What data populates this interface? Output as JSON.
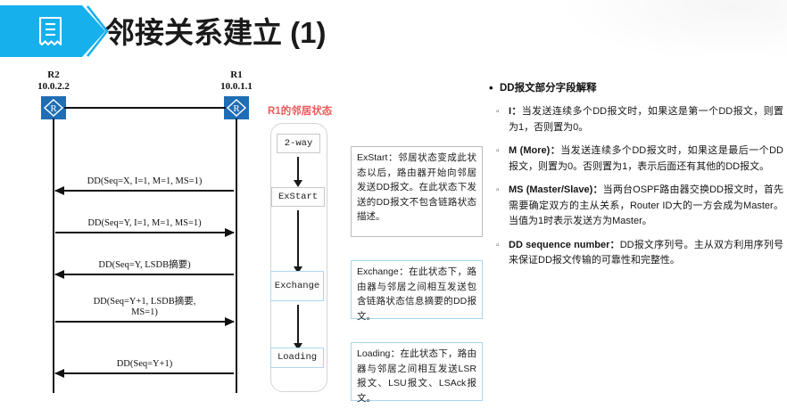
{
  "header": {
    "icon": "document-lines-icon",
    "title": "邻接关系建立 (1)",
    "banner_color": "#16b0ec"
  },
  "diagram": {
    "nodes": [
      {
        "name": "R2",
        "ip": "10.0.2.2",
        "icon": "router-icon"
      },
      {
        "name": "R1",
        "ip": "10.0.1.1",
        "icon": "router-icon"
      }
    ],
    "messages": [
      {
        "label": "DD(Seq=X, I=1, M=1, MS=1)",
        "direction": "left"
      },
      {
        "label": "DD(Seq=Y, I=1, M=1, MS=1)",
        "direction": "right"
      },
      {
        "label": "DD(Seq=Y, LSDB摘要)",
        "direction": "left"
      },
      {
        "label": "DD(Seq=Y+1, LSDB摘要,\nMS=1)",
        "direction": "right"
      },
      {
        "label": "DD(Seq=Y+1)",
        "direction": "left"
      }
    ]
  },
  "fsm": {
    "title": "R1的邻居状态",
    "title_color": "#ec5a5a",
    "states": [
      {
        "label": "2-way",
        "style": "grey"
      },
      {
        "label": "ExStart",
        "style": "grey"
      },
      {
        "label": "Exchange",
        "style": "blue"
      },
      {
        "label": "Loading",
        "style": "blue"
      }
    ]
  },
  "callouts": [
    {
      "id": "exstart-callout",
      "style": "grey",
      "text": "ExStart：邻居状态变成此状态以后，路由器开始向邻居发送DD报文。在此状态下发送的DD报文不包含链路状态描述。"
    },
    {
      "id": "exchange-callout",
      "style": "blue",
      "text": "Exchange：在此状态下，路由器与邻居之间相互发送包含链路状态信息摘要的DD报文。"
    },
    {
      "id": "loading-callout",
      "style": "blue",
      "text": "Loading：在此状态下，路由器与邻居之间相互发送LSR报文、LSU报文、LSAck报文。"
    }
  ],
  "explanation": {
    "heading": "DD报文部分字段解释",
    "items": [
      {
        "term": "I：",
        "text": "当发送连续多个DD报文时，如果这是第一个DD报文，则置为1，否则置为0。"
      },
      {
        "term": "M (More)：",
        "text": "当发送连续多个DD报文时，如果这是最后一个DD报文，则置为0。否则置为1，表示后面还有其他的DD报文。"
      },
      {
        "term": "MS (Master/Slave)：",
        "text": "当两台OSPF路由器交换DD报文时，首先需要确定双方的主从关系，Router ID大的一方会成为Master。当值为1时表示发送方为Master。"
      },
      {
        "term": "DD sequence number：",
        "text": "DD报文序列号。主从双方利用序列号来保证DD报文传输的可靠性和完整性。"
      }
    ]
  }
}
